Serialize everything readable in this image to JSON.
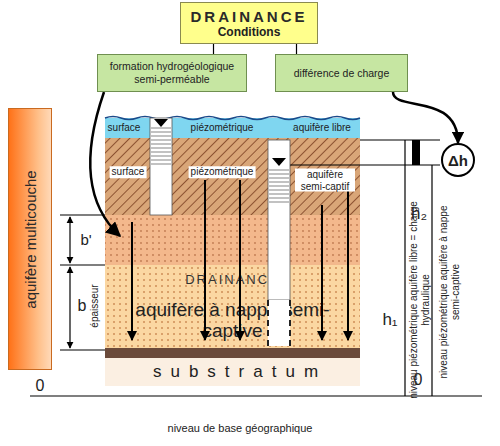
{
  "diagram": {
    "nodes": [
      {
        "text": [
          "DRAINANCE",
          "Conditions"
        ]
      },
      {
        "text": [
          "formation hydrogéologique semi-perméable"
        ]
      },
      {
        "text": [
          "différence de charge"
        ]
      },
      {
        "text": [
          "Δh"
        ]
      },
      {
        "text": [
          "aquifère multicouche"
        ]
      },
      {
        "text": [
          "DRAINANCE",
          "aquifère à nappe semi-captive"
        ]
      }
    ],
    "edges": [
      {
        "from": 0,
        "to": 1,
        "arrow": "none"
      },
      {
        "from": 0,
        "to": 2,
        "arrow": "none"
      },
      {
        "from": 2,
        "to": 3,
        "arrow": "to"
      }
    ],
    "labels": [
      "surface",
      "piézométrique",
      "aquifère libre",
      "surface",
      "piézométrique",
      "aquifère semi-captif",
      "b'",
      "b",
      "épaisseur",
      "substratum",
      "0",
      "niveau de base géographique",
      "h₁",
      "h₂",
      "niveau piézométrique aquifère libre = charge hydraulique",
      "niveau piézométrique aquifère à nappe semi-captive",
      "0"
    ]
  }
}
